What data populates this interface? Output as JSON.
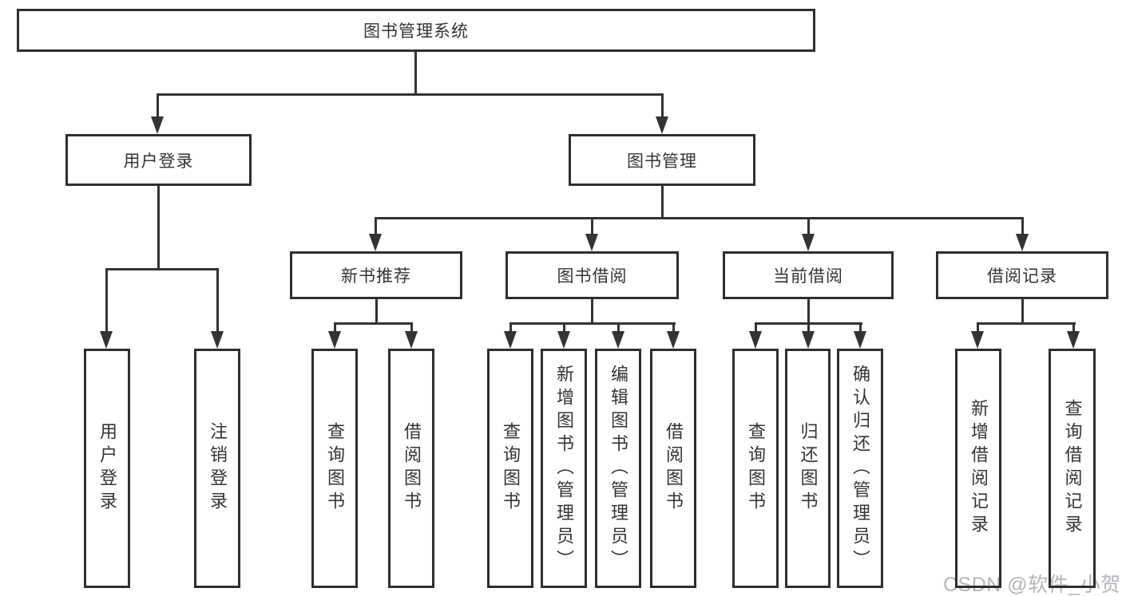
{
  "diagram_type": "hierarchy",
  "colors": {
    "background": "#ffffff",
    "box_border": "#2e2e2e",
    "connector_line": "#333333",
    "text": "#333333",
    "watermark_text": "#b4b4ba"
  },
  "tree": {
    "root": {
      "label": "图书管理系统",
      "children": [
        {
          "label": "用户登录",
          "children": [
            {
              "label": "用户登录"
            },
            {
              "label": "注销登录"
            }
          ]
        },
        {
          "label": "图书管理",
          "children": [
            {
              "label": "新书推荐",
              "children": [
                {
                  "label": "查询图书"
                },
                {
                  "label": "借阅图书"
                }
              ]
            },
            {
              "label": "图书借阅",
              "children": [
                {
                  "label": "查询图书"
                },
                {
                  "label": "新增图书（管理员）"
                },
                {
                  "label": "编辑图书（管理员）"
                },
                {
                  "label": "借阅图书"
                }
              ]
            },
            {
              "label": "当前借阅",
              "children": [
                {
                  "label": "查询图书"
                },
                {
                  "label": "归还图书"
                },
                {
                  "label": "确认归还（管理员）"
                }
              ]
            },
            {
              "label": "借阅记录",
              "children": [
                {
                  "label": "新增借阅记录"
                },
                {
                  "label": "查询借阅记录"
                }
              ]
            }
          ]
        }
      ]
    }
  },
  "watermark": {
    "text": "CSDN @软件_小贺同学"
  }
}
